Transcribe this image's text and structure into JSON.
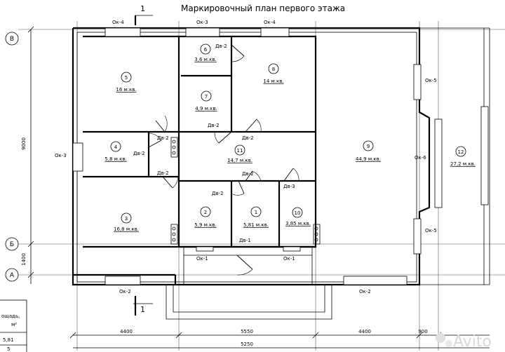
{
  "title": "Маркировочный план первого этажа",
  "section_mark": "1",
  "axes": {
    "left_top": "В",
    "left_mid": "Б",
    "left_bottom": "А"
  },
  "rooms": [
    {
      "num": "5",
      "area": "16 м.кв."
    },
    {
      "num": "6",
      "area": "3,6 м.кв."
    },
    {
      "num": "7",
      "area": "4,9 м.кв."
    },
    {
      "num": "8",
      "area": "14 м.кв."
    },
    {
      "num": "4",
      "area": "5,8 м.кв."
    },
    {
      "num": "11",
      "area": "14,7 м.кв."
    },
    {
      "num": "9",
      "area": "44,9 м.кв."
    },
    {
      "num": "12",
      "area": "27,2 м.кв."
    },
    {
      "num": "3",
      "area": "16,8 м.кв."
    },
    {
      "num": "2",
      "area": "5,9 м.кв."
    },
    {
      "num": "1",
      "area": "5,81 м.кв."
    },
    {
      "num": "10",
      "area": "3,85 м.кв."
    }
  ],
  "windows": {
    "ok4a": "Ок-4",
    "ok3a": "Ок-3",
    "ok4b": "Ок-4",
    "ok5a": "Ок-5",
    "ok3b": "Ок-3",
    "ok6": "Ок-6",
    "ok5b": "Ок-5",
    "ok1a": "Ок-1",
    "ok1b": "Ок-1",
    "ok2a": "Ок-2",
    "ok2b": "Ок-2"
  },
  "doors": {
    "d2_6": "Дв-2",
    "d2_11a": "Дв-2",
    "d2_11b": "Дв-2",
    "d2_4a": "Дв-2",
    "d2_4b": "Дв-2",
    "d2_11c": "Дв-2",
    "d2_2": "Дв-2",
    "d3": "Дв-3",
    "d1": "Дв-1"
  },
  "dimensions": {
    "height_total": "9000",
    "height_bottom": "1400",
    "w1": "4400",
    "w2": "5550",
    "w3": "4400",
    "w4": "900",
    "bottom": "5250"
  },
  "legend": {
    "header": "ощадь,",
    "unit": "м²",
    "value": "5,81",
    "value2": "5"
  },
  "watermark": "Avito"
}
